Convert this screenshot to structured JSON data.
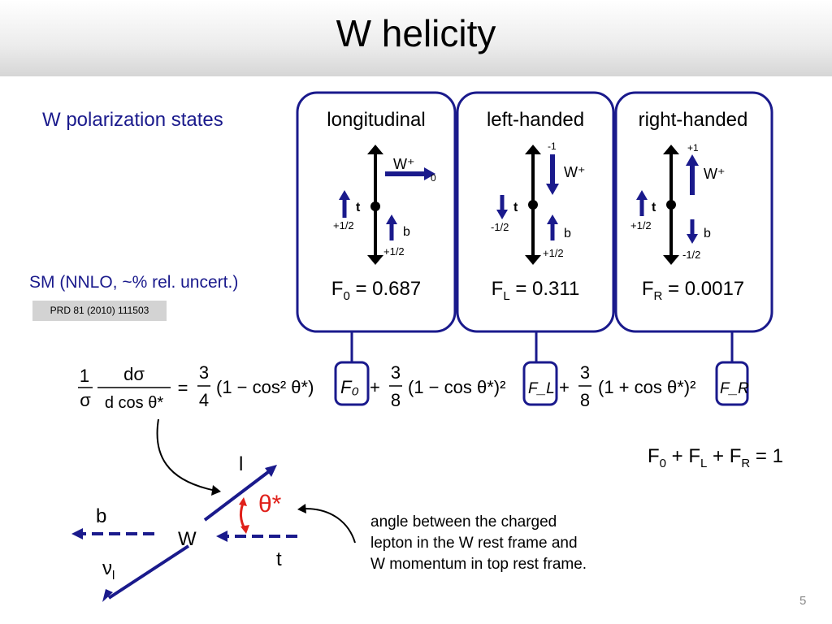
{
  "slide": {
    "title": "W helicity",
    "page_number": "5"
  },
  "polarization_heading": "W polarization states",
  "sm_label": "SM (NNLO, ~% rel. uncert.)",
  "reference": "PRD 81 (2010) 111503",
  "states": [
    {
      "name": "longitudinal",
      "w_label": "W⁺",
      "w_spin": "0",
      "t_label": "t",
      "t_spin": "+1/2",
      "b_label": "b",
      "b_spin": "+1/2",
      "fraction_symbol": "F",
      "fraction_sub": "0",
      "fraction_value": " = 0.687"
    },
    {
      "name": "left-handed",
      "w_label": "W⁺",
      "w_spin": "-1",
      "t_label": "t",
      "t_spin": "-1/2",
      "b_label": "b",
      "b_spin": "+1/2",
      "fraction_symbol": "F",
      "fraction_sub": "L",
      "fraction_value": " = 0.311"
    },
    {
      "name": "right-handed",
      "w_label": "W⁺",
      "w_spin": "+1",
      "t_label": "t",
      "t_spin": "+1/2",
      "b_label": "b",
      "b_spin": "-1/2",
      "fraction_symbol": "F",
      "fraction_sub": "R",
      "fraction_value": " = 0.0017"
    }
  ],
  "formula": {
    "lhs_num": "1",
    "lhs_den": "σ",
    "diff_num": "dσ",
    "diff_den": "d cos θ*",
    "eq": "=",
    "c1_num": "3",
    "c1_den": "4",
    "t1": "(1 − cos² θ*)",
    "f1": "F₀",
    "plus1": "+",
    "c2_num": "3",
    "c2_den": "8",
    "t2": "(1 − cos θ*)²",
    "f2": "F_L",
    "plus2": "+",
    "c3_num": "3",
    "c3_den": "8",
    "t3": "(1 + cos θ*)²",
    "f3": "F_R"
  },
  "sum_rule": {
    "f0": "F",
    "f0_sub": "0",
    "fl": "F",
    "fl_sub": "L",
    "fr": "F",
    "fr_sub": "R",
    "plus": " + ",
    "rhs": " = 1"
  },
  "decay_diagram": {
    "lepton": "l",
    "b_quark": "b",
    "w_boson": "W",
    "top": "t",
    "neutrino": "ν",
    "neutrino_sub": "l",
    "angle": "θ*"
  },
  "angle_description": {
    "line1": "angle between the charged",
    "line2": "lepton in the W rest frame and",
    "line3": "W momentum in top rest frame."
  },
  "colors": {
    "accent_blue": "#1a1a8c",
    "angle_red": "#e0201a",
    "ref_bg": "#d3d3d3"
  }
}
